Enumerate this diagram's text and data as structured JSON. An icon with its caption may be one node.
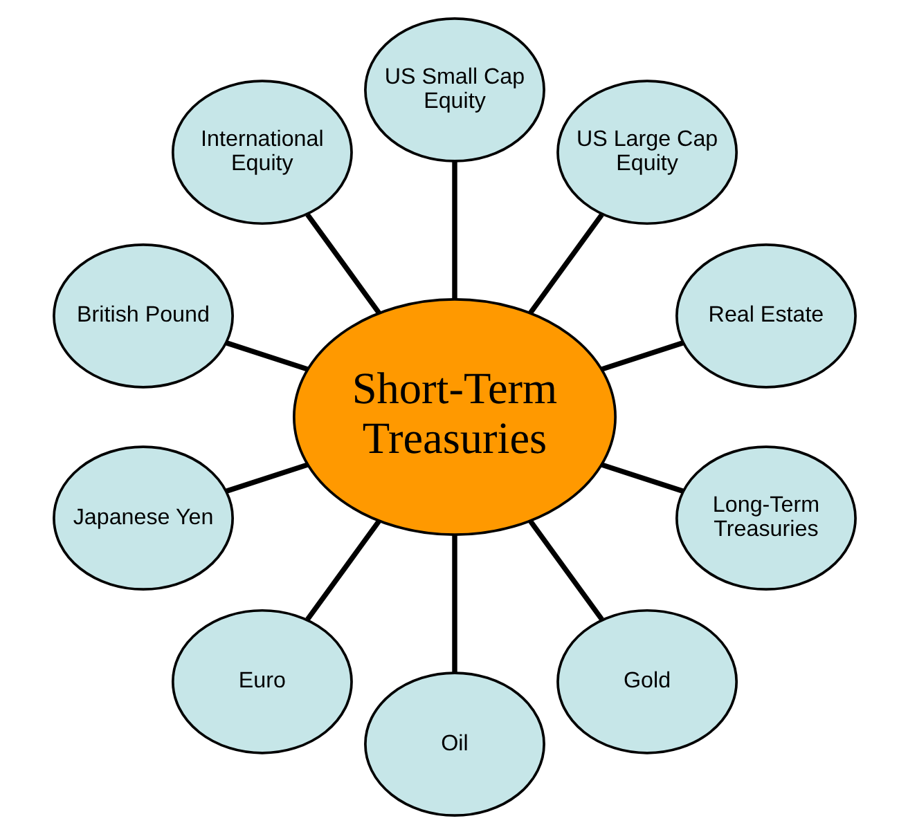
{
  "diagram": {
    "nodes": [
      {
        "text": [
          "Short-Term Treasuries"
        ]
      },
      {
        "text": [
          "Real Estate"
        ]
      },
      {
        "text": [
          "US Large Cap Equity"
        ]
      },
      {
        "text": [
          "US Small Cap Equity"
        ]
      },
      {
        "text": [
          "International Equity"
        ]
      },
      {
        "text": [
          "British Pound"
        ]
      },
      {
        "text": [
          "Japanese Yen"
        ]
      },
      {
        "text": [
          "Euro"
        ]
      },
      {
        "text": [
          "Oil"
        ]
      },
      {
        "text": [
          "Gold"
        ]
      },
      {
        "text": [
          "Long-Term Treasuries"
        ]
      }
    ],
    "edges": [
      {
        "from": 0,
        "to": 1,
        "arrow": "none"
      },
      {
        "from": 0,
        "to": 2,
        "arrow": "none"
      },
      {
        "from": 0,
        "to": 3,
        "arrow": "none"
      },
      {
        "from": 0,
        "to": 4,
        "arrow": "none"
      },
      {
        "from": 0,
        "to": 5,
        "arrow": "none"
      },
      {
        "from": 0,
        "to": 6,
        "arrow": "none"
      },
      {
        "from": 0,
        "to": 7,
        "arrow": "none"
      },
      {
        "from": 0,
        "to": 8,
        "arrow": "none"
      },
      {
        "from": 0,
        "to": 9,
        "arrow": "none"
      },
      {
        "from": 0,
        "to": 10,
        "arrow": "none"
      }
    ]
  }
}
